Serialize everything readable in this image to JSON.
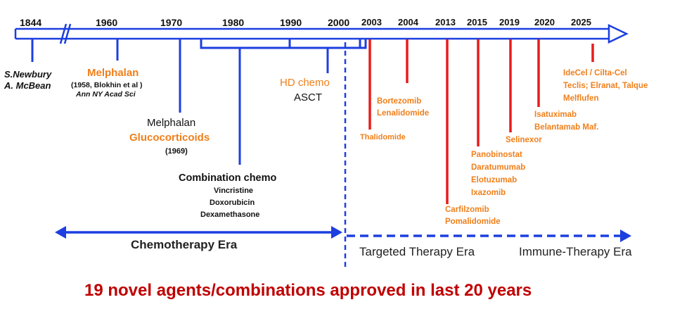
{
  "colors": {
    "timeline_blue": "#1c3fe0",
    "drug_orange": "#f07f1a",
    "marker_red": "#e81c1c",
    "headline_red": "#c00000",
    "text_dark": "#111111"
  },
  "timeline": {
    "years": [
      "1844",
      "1960",
      "1970",
      "1980",
      "1990",
      "2000",
      "2003",
      "2004",
      "2013",
      "2015",
      "2019",
      "2020",
      "2025"
    ],
    "break_symbol": "//"
  },
  "events": {
    "e1844": {
      "lines": [
        "S.Newbury",
        "A. McBean"
      ]
    },
    "e1960": {
      "title": "Melphalan",
      "citation": "(1958, Blokhin et al )",
      "journal": "Ann NY Acad Sci"
    },
    "e1970": {
      "title": "Melphalan",
      "subtitle": "Glucocorticoids",
      "year_note": "(1969)"
    },
    "e1980": {
      "title": "Combination chemo",
      "drugs": [
        "Vincristine",
        "Doxorubicin",
        "Dexamethasone"
      ]
    },
    "e1990": {
      "title": "HD chemo",
      "subtitle": "ASCT"
    },
    "e2003": {
      "drugs": [
        "Thalidomide"
      ]
    },
    "e2004": {
      "drugs": [
        "Bortezomib",
        "Lenalidomide"
      ]
    },
    "e2013": {
      "drugs": [
        "Carfilzomib",
        "Pomalidomide"
      ]
    },
    "e2015": {
      "drugs": [
        "Panobinostat",
        "Daratumumab",
        "Elotuzumab",
        "Ixazomib"
      ]
    },
    "e2019": {
      "drugs": [
        "Selinexor"
      ]
    },
    "e2020": {
      "drugs": [
        "Isatuximab",
        "Belantamab Maf."
      ]
    },
    "e2025": {
      "drugs": [
        "IdeCel  / Cilta-Cel",
        "Teclis; Elranat, Talque",
        "Melflufen"
      ]
    }
  },
  "eras": {
    "chemo": "Chemotherapy Era",
    "targeted": "Targeted Therapy Era",
    "immune": "Immune-Therapy Era"
  },
  "headline": "19 novel agents/combinations  approved in last 20 years"
}
